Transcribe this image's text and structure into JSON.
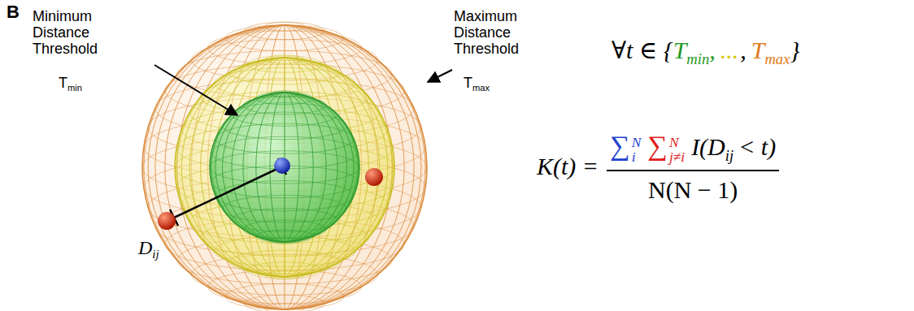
{
  "diagram": {
    "labels": [
      "B",
      "Minimum Distance Threshold",
      "T",
      "min",
      "Maximum Distance Threshold",
      "T",
      "max",
      "D",
      "ij",
      "∀t ∈ {",
      "T",
      "min",
      ",",
      "...",
      ",",
      "T",
      "max",
      "}",
      "K(t) =",
      "∑",
      "i",
      "N",
      "∑",
      "j≠i",
      "N",
      "I(D",
      "ij",
      "< t)",
      "N(N − 1)"
    ]
  }
}
